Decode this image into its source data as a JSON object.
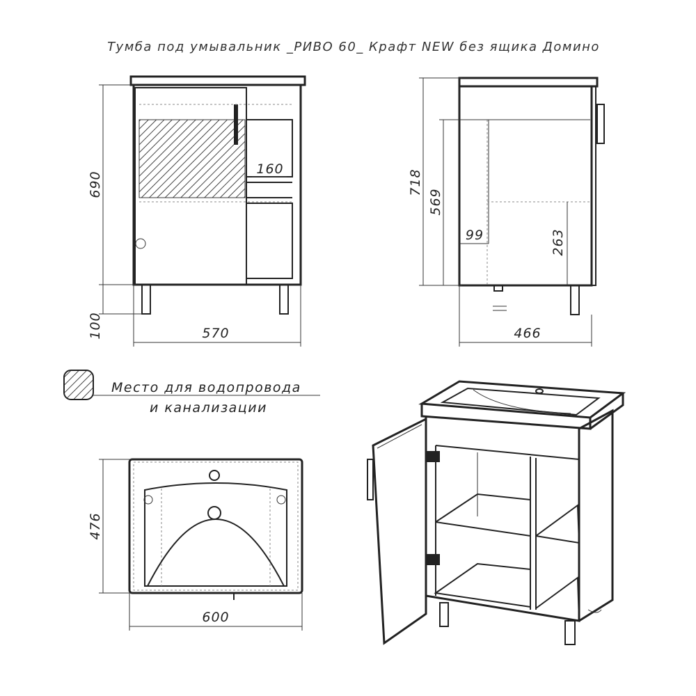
{
  "title": "Тумба под умывальник _РИВО 60_ Крафт NEW без ящика Домино",
  "dimensions": {
    "front_height": "690",
    "front_leg_height": "100",
    "front_width": "570",
    "front_shelf_gap": "160",
    "side_total_height": "718",
    "side_inner_height": "569",
    "side_pipe_offset": "99",
    "side_shelf_height": "263",
    "side_depth": "466",
    "top_depth": "476",
    "top_width": "600"
  },
  "legend": {
    "line1": "Место для водопровода",
    "line2": "и канализации"
  }
}
